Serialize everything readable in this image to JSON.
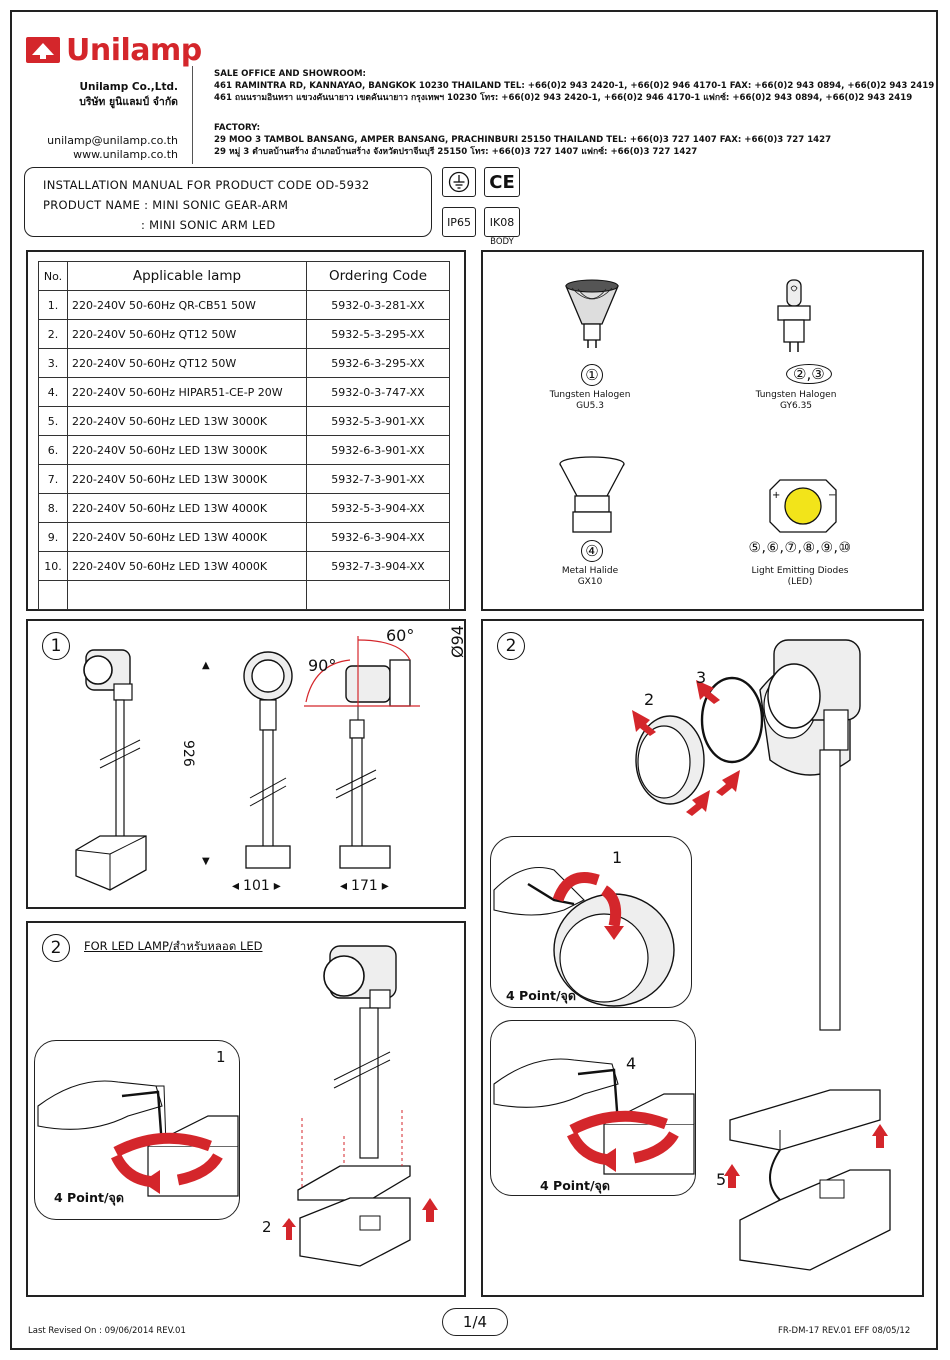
{
  "brand": {
    "name": "Unilamp",
    "color": "#d4262b"
  },
  "company": {
    "name_en": "Unilamp Co.,Ltd.",
    "name_th": "บริษัท ยูนิแลมป์ จำกัด",
    "email": "unilamp@unilamp.co.th",
    "website": "www.unilamp.co.th"
  },
  "sale_office": {
    "heading": "SALE OFFICE AND SHOWROOM:",
    "line_en": "461 RAMINTRA RD, KANNAYAO, BANGKOK 10230 THAILAND TEL: +66(0)2 943 2420-1, +66(0)2 946 4170-1 FAX: +66(0)2 943 0894, +66(0)2 943 2419",
    "line_th": "461 ถนนรามอินทรา แขวงคันนายาว เขตคันนายาว กรุงเทพฯ 10230  โทร: +66(0)2 943 2420-1, +66(0)2 946 4170-1 แฟกซ์: +66(0)2 943 0894, +66(0)2 943 2419"
  },
  "factory": {
    "heading": "FACTORY:",
    "line_en": "29 MOO 3 TAMBOL BANSANG, AMPER BANSANG, PRACHINBURI 25150 THAILAND TEL: +66(0)3 727 1407 FAX: +66(0)3 727 1427",
    "line_th": "29 หมู่ 3 ตำบลบ้านสร้าง อำเภอบ้านสร้าง จังหวัดปราจีนบุรี  25150  โทร: +66(0)3 727 1407 แฟกซ์: +66(0)3 727 1427"
  },
  "manual": {
    "line1": "INSTALLATION  MANUAL  FOR PRODUCT CODE OD-5932",
    "line2": "PRODUCT NAME : MINI SONIC GEAR-ARM",
    "line3": ": MINI SONIC ARM LED"
  },
  "badges": {
    "ce": "CE",
    "ip": "IP65",
    "ik": "IK08",
    "ik_caption": "BODY"
  },
  "lamp_table": {
    "headers": [
      "No.",
      "Applicable lamp",
      "Ordering Code"
    ],
    "rows": [
      [
        "1.",
        "220-240V 50-60Hz  QR-CB51 50W",
        "5932-0-3-281-XX"
      ],
      [
        "2.",
        "220-240V 50-60Hz  QT12 50W",
        "5932-5-3-295-XX"
      ],
      [
        "3.",
        "220-240V 50-60Hz  QT12 50W",
        "5932-6-3-295-XX"
      ],
      [
        "4.",
        "220-240V 50-60Hz  HIPAR51-CE-P 20W",
        "5932-0-3-747-XX"
      ],
      [
        "5.",
        "220-240V 50-60Hz LED 13W 3000K",
        "5932-5-3-901-XX"
      ],
      [
        "6.",
        "220-240V 50-60Hz LED 13W 3000K",
        "5932-6-3-901-XX"
      ],
      [
        "7.",
        "220-240V 50-60Hz LED 13W 3000K",
        "5932-7-3-901-XX"
      ],
      [
        "8.",
        "220-240V 50-60Hz LED 13W 4000K",
        "5932-5-3-904-XX"
      ],
      [
        "9.",
        "220-240V 50-60Hz LED 13W 4000K",
        "5932-6-3-904-XX"
      ],
      [
        "10.",
        "220-240V 50-60Hz LED 13W 4000K",
        "5932-7-3-904-XX"
      ],
      [
        "",
        "",
        ""
      ]
    ]
  },
  "lamp_types": [
    {
      "num": "①",
      "name": "Tungsten Halogen",
      "base": "GU5.3"
    },
    {
      "num": "②,③",
      "name": "Tungsten Halogen",
      "base": "GY6.35"
    },
    {
      "num": "④",
      "name": "Metal Halide",
      "base": "GX10"
    },
    {
      "num": "⑤,⑥,⑦,⑧,⑨,⑩",
      "name": "Light Emitting Diodes",
      "base": "(LED)"
    }
  ],
  "dimensions": {
    "step": "1",
    "height": "926",
    "width_front": "101",
    "width_side": "171",
    "angle_up": "60°",
    "angle_down": "90°",
    "diameter": "Ø94"
  },
  "step2_led": {
    "step": "2",
    "title": "FOR LED  LAMP/สำหรับหลอด LED",
    "callout": "1",
    "points": "4 Point/จุด",
    "arrow_label": "2"
  },
  "step2_main": {
    "step": "2",
    "labels": [
      "2",
      "3",
      "1",
      "4",
      "5"
    ],
    "points_top": "4 Point/จุด",
    "points_bottom": "4 Point/จุด"
  },
  "footer": {
    "revised": "Last Revised On : 09/06/2014 REV.01",
    "page": "1/4",
    "form": "FR-DM-17  REV.01  EFF 08/05/12"
  },
  "colors": {
    "arrow": "#d4262b",
    "led": "#f2e41a"
  }
}
